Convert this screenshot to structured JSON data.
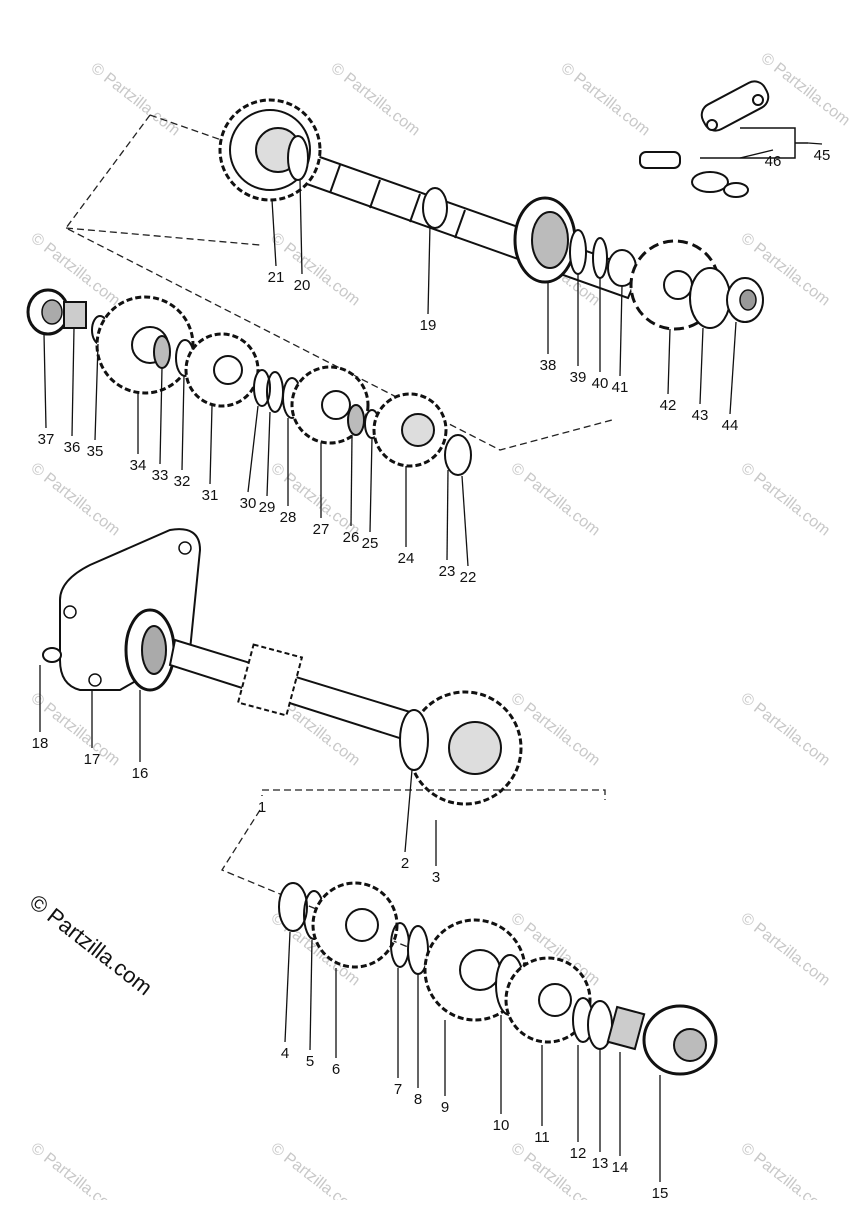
{
  "watermark": "© Partzilla.com",
  "watermark_main": "© Partzilla.com",
  "labels": [
    "1",
    "2",
    "3",
    "4",
    "5",
    "6",
    "7",
    "8",
    "9",
    "10",
    "11",
    "12",
    "13",
    "14",
    "15",
    "16",
    "17",
    "18",
    "19",
    "20",
    "21",
    "22",
    "23",
    "24",
    "25",
    "26",
    "27",
    "28",
    "29",
    "30",
    "31",
    "32",
    "33",
    "34",
    "35",
    "36",
    "37",
    "38",
    "39",
    "40",
    "41",
    "42",
    "43",
    "44",
    "45",
    "46"
  ]
}
